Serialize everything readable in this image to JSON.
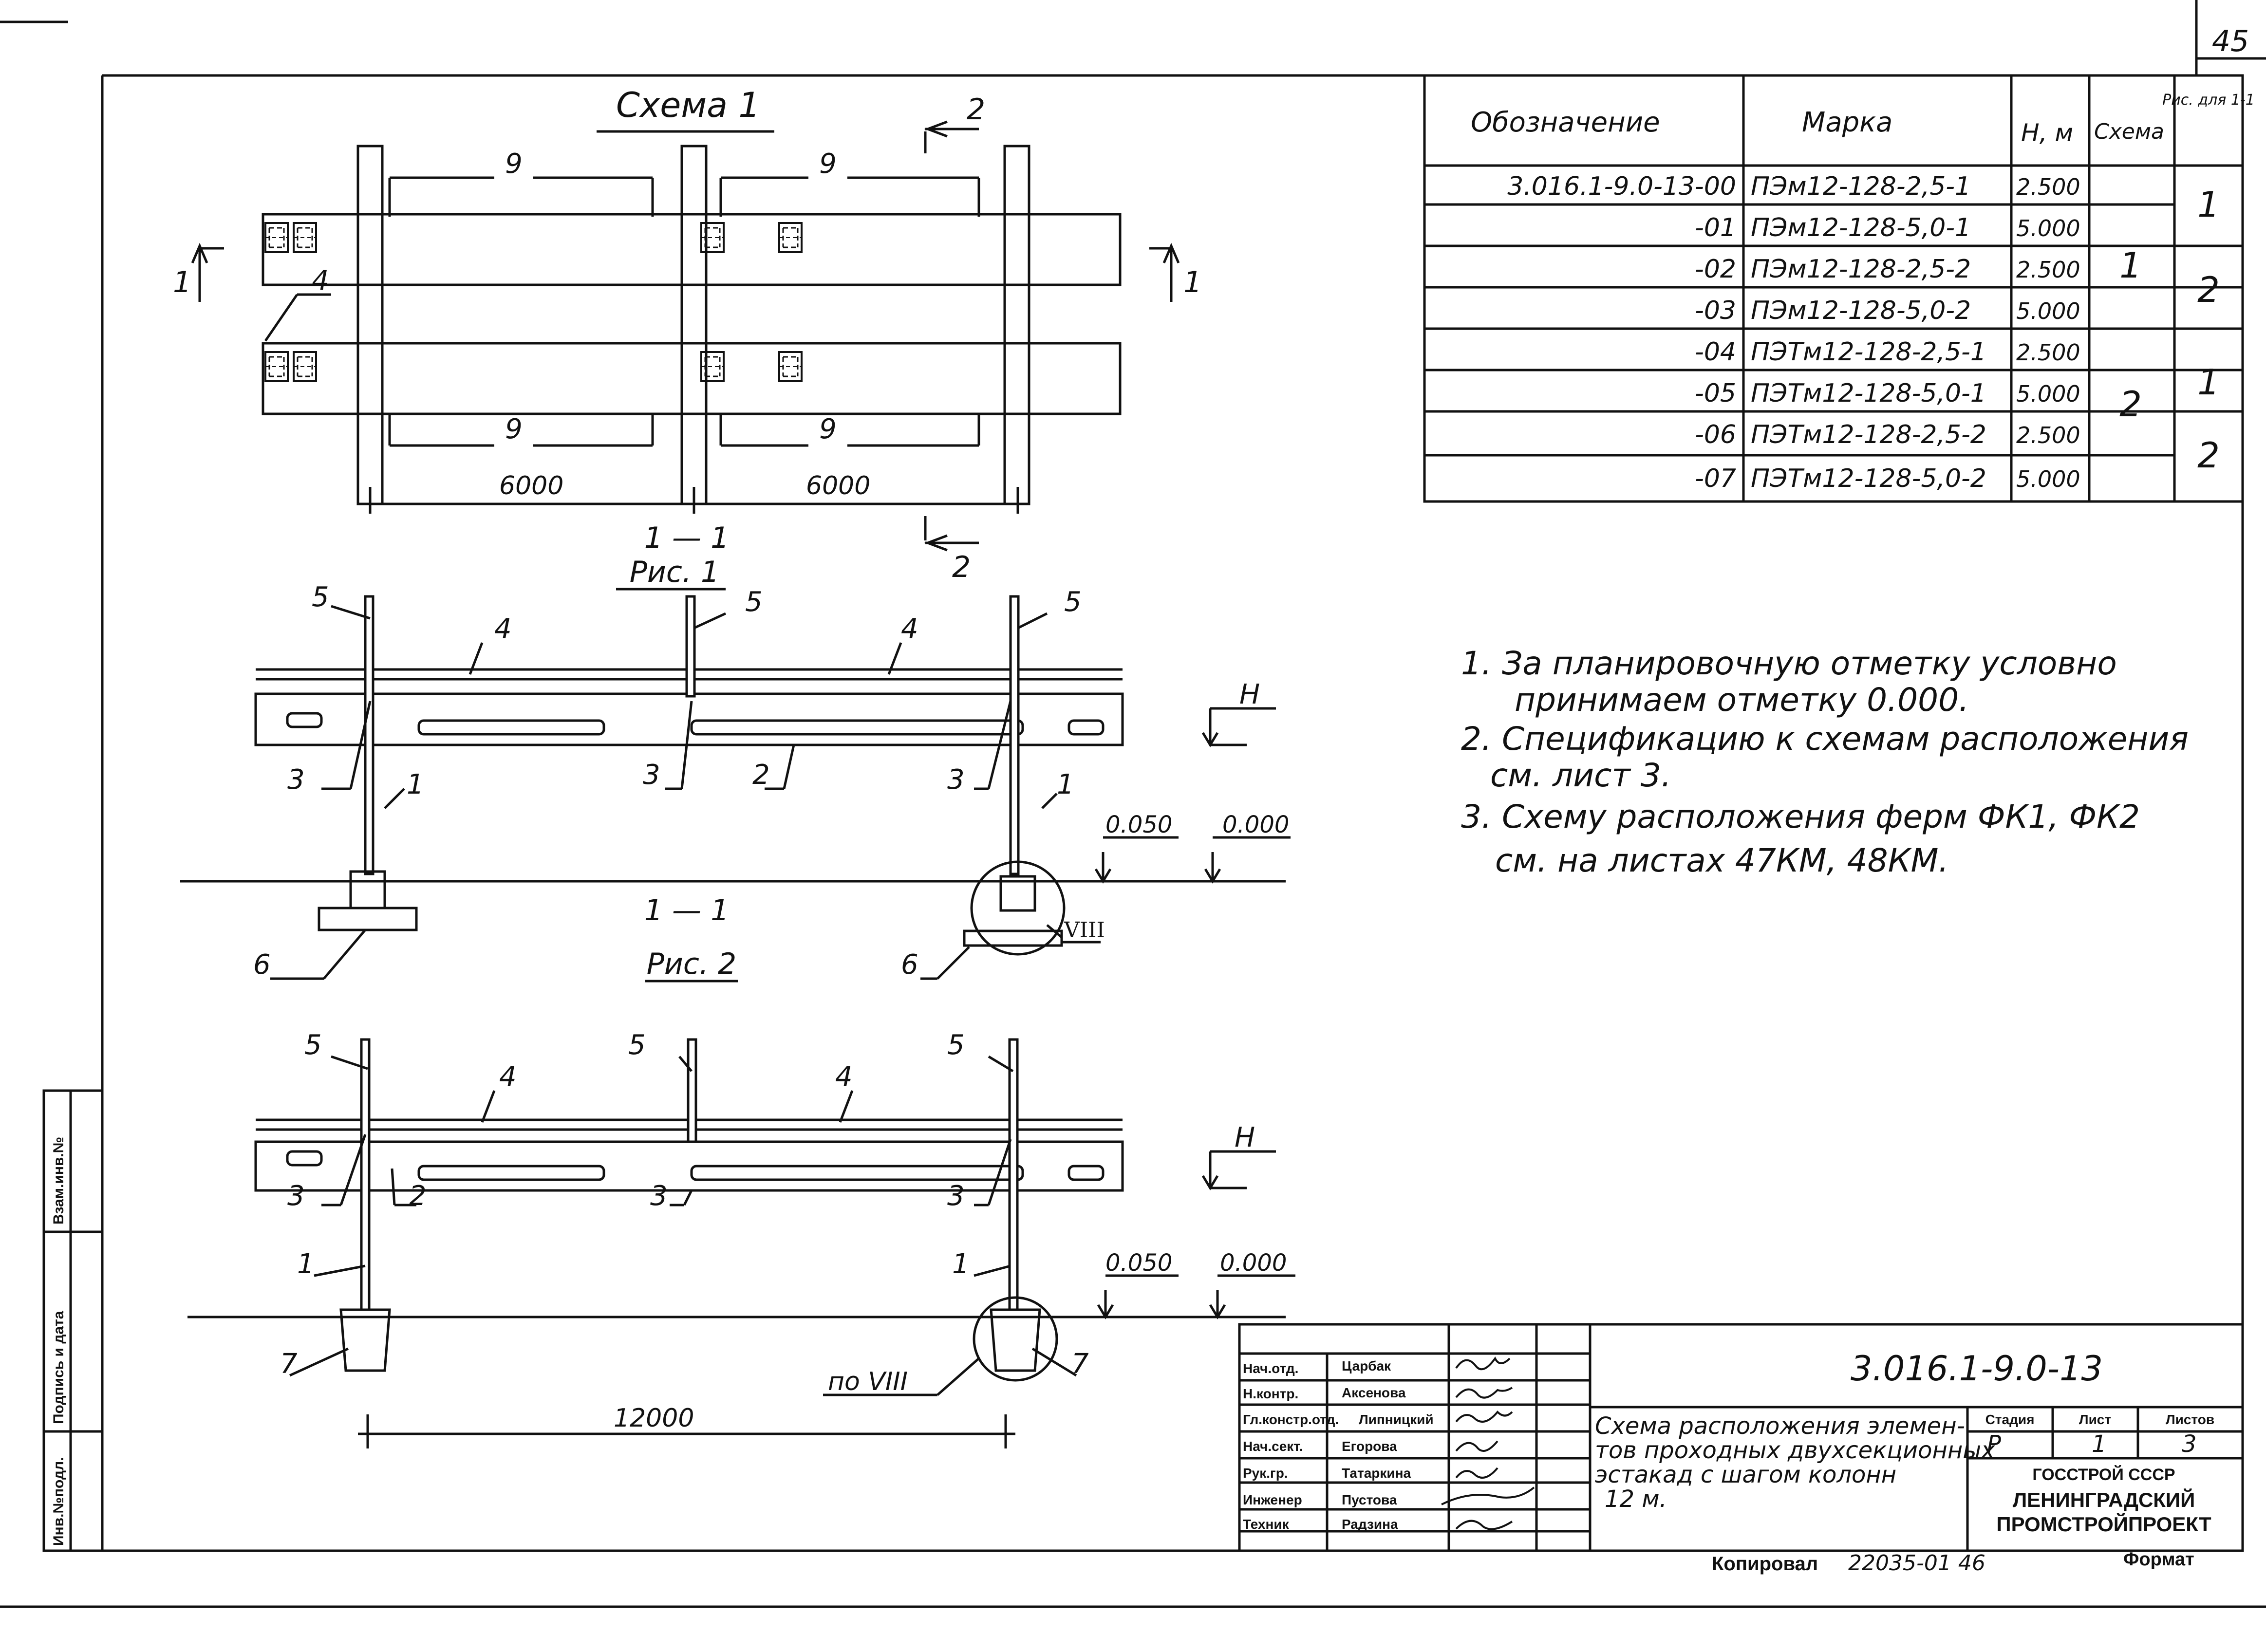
{
  "sheet_number": "45",
  "scheme1": {
    "title": "Схема 1",
    "section_mark": "1",
    "view_mark": "2",
    "callout_9": "9",
    "callout_4": "4",
    "dim_left": "6000",
    "dim_right": "6000"
  },
  "section_fig1": {
    "title": "1 — 1",
    "subtitle": "Рис. 1"
  },
  "section_fig2": {
    "title": "1 — 1",
    "subtitle": "Рис. 2"
  },
  "section_labels": {
    "c1": "1",
    "c2": "2",
    "c3": "3",
    "c4": "4",
    "c5": "5",
    "c6": "6",
    "c7": "7",
    "H": "H",
    "elev_low": "0.050",
    "elev_zero": "0.000",
    "detail": "VIII",
    "detail_ref": "по VIII",
    "dim_total": "12000"
  },
  "table": {
    "headers": [
      "Обозначение",
      "Марка",
      "H, м",
      "Схема",
      "Рис. для 1-1"
    ],
    "rows": [
      {
        "code": "3.016.1-9.0-13-00",
        "mark": "ПЭм12-128-2,5-1",
        "h": "2.500"
      },
      {
        "code": "-01",
        "mark": "ПЭм12-128-5,0-1",
        "h": "5.000"
      },
      {
        "code": "-02",
        "mark": "ПЭм12-128-2,5-2",
        "h": "2.500"
      },
      {
        "code": "-03",
        "mark": "ПЭм12-128-5,0-2",
        "h": "5.000"
      },
      {
        "code": "-04",
        "mark": "ПЭТм12-128-2,5-1",
        "h": "2.500"
      },
      {
        "code": "-05",
        "mark": "ПЭТм12-128-5,0-1",
        "h": "5.000"
      },
      {
        "code": "-06",
        "mark": "ПЭТм12-128-2,5-2",
        "h": "2.500"
      },
      {
        "code": "-07",
        "mark": "ПЭТм12-128-5,0-2",
        "h": "5.000"
      }
    ],
    "scheme_groups": [
      "1",
      "2"
    ],
    "fig_groups": [
      "1",
      "2",
      "1",
      "2"
    ]
  },
  "notes": [
    "1. За планировочную отметку условно",
    "принимаем отметку 0.000.",
    "2. Спецификацию к схемам расположения",
    "см. лист 3.",
    "3. Схему расположения ферм ФК1, ФК2",
    "см. на листах 47КМ, 48КМ."
  ],
  "side_stamp": [
    "Инв.№подл.",
    "Подпись и дата",
    "Взам.инв.№"
  ],
  "title_block": {
    "people": [
      {
        "role": "Нач.отд.",
        "name": "Царбак"
      },
      {
        "role": "Н.контр.",
        "name": "Аксенова"
      },
      {
        "role": "Гл.констр.отд.",
        "name": "Липницкий"
      },
      {
        "role": "Нач.сект.",
        "name": "Егорова"
      },
      {
        "role": "Рук.гр.",
        "name": "Татаркина"
      },
      {
        "role": "Инженер",
        "name": "Пустова"
      },
      {
        "role": "Техник",
        "name": "Радзина"
      }
    ],
    "doc_code": "3.016.1-9.0-13",
    "description": [
      "Схема расположения элемен-",
      "тов проходных двухсекционных",
      "эстакад с шагом колонн",
      "12 м."
    ],
    "stage_label": "Стадия",
    "stage": "Р",
    "sheet_label": "Лист",
    "sheet": "1",
    "sheets_label": "Листов",
    "sheets": "3",
    "org": [
      "ГОССТРОЙ СССР",
      "ЛЕНИНГРАДСКИЙ",
      "ПРОМСТРОЙПРОЕКТ"
    ]
  },
  "footer": {
    "copied": "Копировал",
    "copied_no": "22035-01 46",
    "format": "Формат"
  }
}
